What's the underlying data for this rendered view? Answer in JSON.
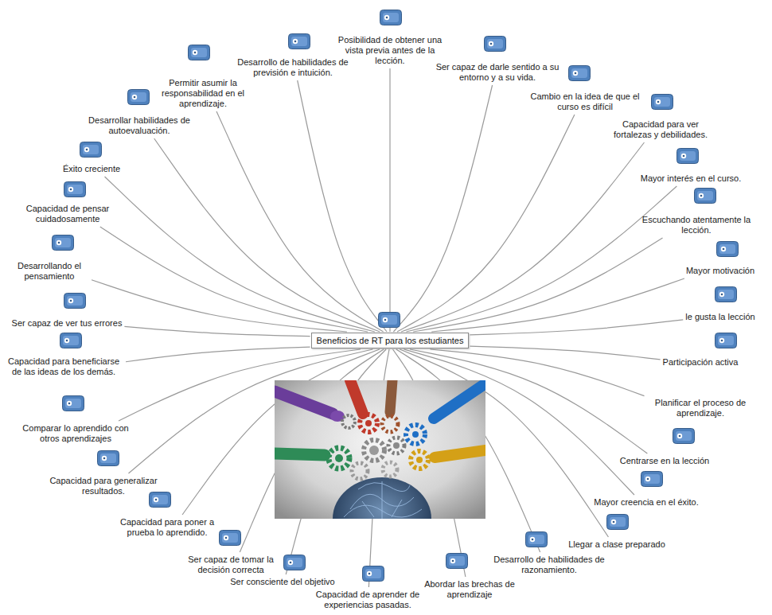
{
  "diagram": {
    "nodes": [
      {
        "text": [
          "Beneficios de RT para los estudiantes"
        ]
      },
      {
        "text": [
          "Posibilidad de obtener una vista previa antes de la lección."
        ]
      },
      {
        "text": [
          "Ser capaz de darle sentido a su entorno y a su vida."
        ]
      },
      {
        "text": [
          "Cambio en la idea de que el curso es difícil"
        ]
      },
      {
        "text": [
          "Capacidad para ver fortalezas y debilidades."
        ]
      },
      {
        "text": [
          "Mayor interés en el curso."
        ]
      },
      {
        "text": [
          "Escuchando atentamente la lección."
        ]
      },
      {
        "text": [
          "Mayor motivación"
        ]
      },
      {
        "text": [
          "le gusta la lección"
        ]
      },
      {
        "text": [
          "Participación activa"
        ]
      },
      {
        "text": [
          "Planificar el proceso de aprendizaje."
        ]
      },
      {
        "text": [
          "Centrarse en la lección"
        ]
      },
      {
        "text": [
          "Mayor creencia en el éxito."
        ]
      },
      {
        "text": [
          "Llegar a clase preparado"
        ]
      },
      {
        "text": [
          "Desarrollo de habilidades de razonamiento."
        ]
      },
      {
        "text": [
          "Abordar las brechas de aprendizaje"
        ]
      },
      {
        "text": [
          "Capacidad de aprender de experiencias pasadas."
        ]
      },
      {
        "text": [
          "Ser consciente del objetivo"
        ]
      },
      {
        "text": [
          "Ser capaz de tomar la decisión correcta"
        ]
      },
      {
        "text": [
          "Capacidad para poner a prueba lo aprendido."
        ]
      },
      {
        "text": [
          "Capacidad para generalizar resultados."
        ]
      },
      {
        "text": [
          "Comparar lo aprendido con otros aprendizajes"
        ]
      },
      {
        "text": [
          "Capacidad para beneficiarse de las ideas de los demás."
        ]
      },
      {
        "text": [
          "Ser capaz de ver tus errores"
        ]
      },
      {
        "text": [
          "Desarrollando el pensamiento"
        ]
      },
      {
        "text": [
          "Capacidad de pensar cuidadosamente"
        ]
      },
      {
        "text": [
          "Éxito creciente"
        ]
      },
      {
        "text": [
          "Desarrollar habilidades de autoevaluación."
        ]
      },
      {
        "text": [
          "Permitir asumir la responsabilidad en el aprendizaje."
        ]
      },
      {
        "text": [
          "Desarrollo de habilidades de previsión e intuición."
        ]
      }
    ],
    "edges": [
      {
        "from": 0,
        "to": 1,
        "arrow": "none"
      },
      {
        "from": 0,
        "to": 2,
        "arrow": "none"
      },
      {
        "from": 0,
        "to": 3,
        "arrow": "none"
      },
      {
        "from": 0,
        "to": 4,
        "arrow": "none"
      },
      {
        "from": 0,
        "to": 5,
        "arrow": "none"
      },
      {
        "from": 0,
        "to": 6,
        "arrow": "none"
      },
      {
        "from": 0,
        "to": 7,
        "arrow": "none"
      },
      {
        "from": 0,
        "to": 8,
        "arrow": "none"
      },
      {
        "from": 0,
        "to": 9,
        "arrow": "none"
      },
      {
        "from": 0,
        "to": 10,
        "arrow": "none"
      },
      {
        "from": 0,
        "to": 11,
        "arrow": "none"
      },
      {
        "from": 0,
        "to": 12,
        "arrow": "none"
      },
      {
        "from": 0,
        "to": 13,
        "arrow": "none"
      },
      {
        "from": 0,
        "to": 14,
        "arrow": "none"
      },
      {
        "from": 0,
        "to": 15,
        "arrow": "none"
      },
      {
        "from": 0,
        "to": 16,
        "arrow": "none"
      },
      {
        "from": 0,
        "to": 17,
        "arrow": "none"
      },
      {
        "from": 0,
        "to": 18,
        "arrow": "none"
      },
      {
        "from": 0,
        "to": 19,
        "arrow": "none"
      },
      {
        "from": 0,
        "to": 20,
        "arrow": "none"
      },
      {
        "from": 0,
        "to": 21,
        "arrow": "none"
      },
      {
        "from": 0,
        "to": 22,
        "arrow": "none"
      },
      {
        "from": 0,
        "to": 23,
        "arrow": "none"
      },
      {
        "from": 0,
        "to": 24,
        "arrow": "none"
      },
      {
        "from": 0,
        "to": 25,
        "arrow": "none"
      },
      {
        "from": 0,
        "to": 26,
        "arrow": "none"
      },
      {
        "from": 0,
        "to": 27,
        "arrow": "none"
      },
      {
        "from": 0,
        "to": 28,
        "arrow": "none"
      },
      {
        "from": 0,
        "to": 29,
        "arrow": "none"
      }
    ]
  }
}
